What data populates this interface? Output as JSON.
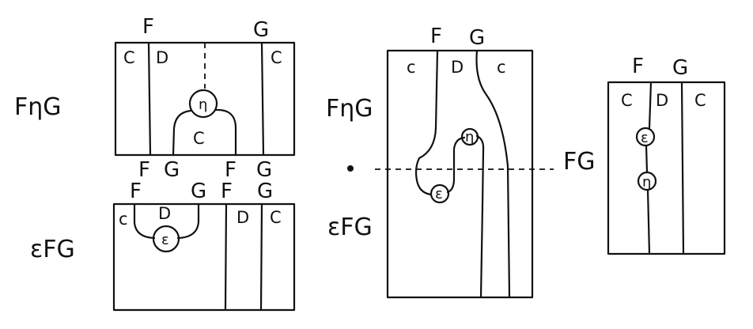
{
  "labels": {
    "F": "F",
    "G": "G",
    "C": "C",
    "D": "D",
    "c_small": "c",
    "eta": "η",
    "epsilon": "ε",
    "left_row1": "FηG",
    "left_row2": "εFG",
    "mid_row1": "FηG",
    "mid_row2": "εFG",
    "mid_right": "FG"
  }
}
